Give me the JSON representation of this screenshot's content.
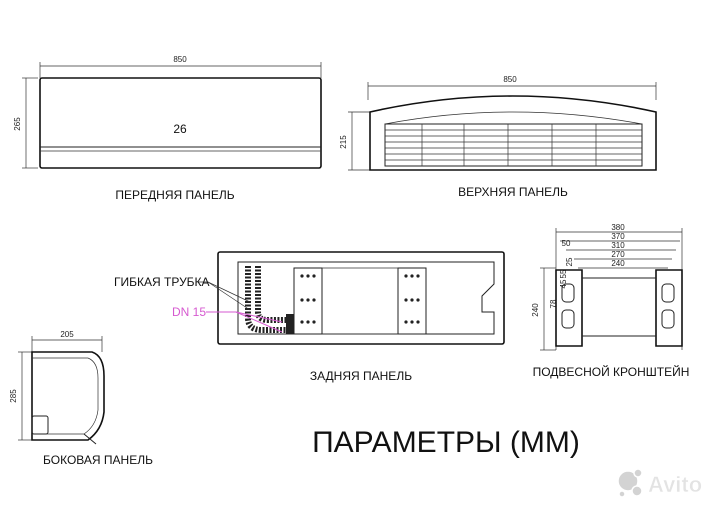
{
  "front_panel": {
    "label": "ПЕРЕДНЯЯ ПАНЕЛЬ",
    "width_dim": "850",
    "height_dim": "265",
    "center_num": "26"
  },
  "top_panel": {
    "label": "ВЕРХНЯЯ ПАНЕЛЬ",
    "width_dim": "850",
    "height_dim": "215"
  },
  "rear_panel": {
    "label": "ЗАДНЯЯ ПАНЕЛЬ",
    "hose_label": "ГИБКАЯ ТРУБКА",
    "dn_label": "DN 15"
  },
  "bracket": {
    "label": "ПОДВЕСНОЙ КРОНШТЕЙН",
    "dims_horizontal": [
      "380",
      "370",
      "310",
      "270",
      "240"
    ],
    "dim_small_top": "50",
    "dim_small_a": "25",
    "dims_vertical_small": [
      "45",
      "78",
      "55"
    ],
    "height_dim": "240"
  },
  "side_panel": {
    "label": "БОКОВАЯ ПАНЕЛЬ",
    "width_dim": "205",
    "height_dim": "285"
  },
  "page_title": "ПАРАМЕТРЫ (ММ)",
  "watermark": "Avito",
  "colors": {
    "line": "#222222",
    "accent": "#d65ad0"
  }
}
